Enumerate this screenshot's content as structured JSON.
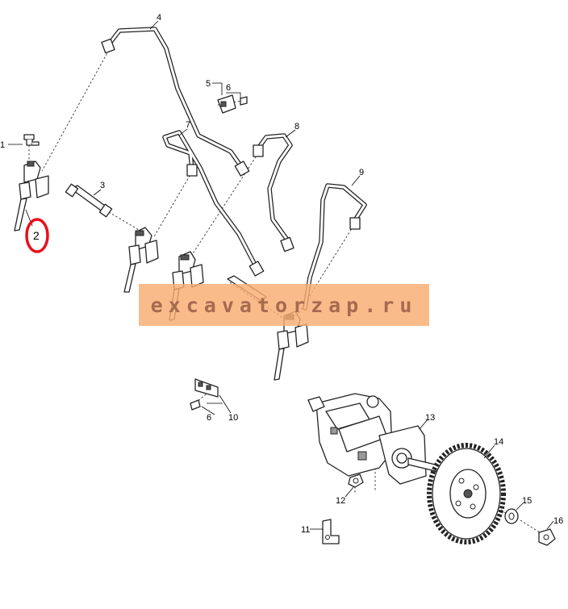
{
  "callouts": {
    "c1": "1",
    "c2": "2",
    "c3": "3",
    "c4": "4",
    "c5": "5",
    "c6a": "6",
    "c7": "7",
    "c8": "8",
    "c9": "9",
    "c6b": "6",
    "c10": "10",
    "c11": "11",
    "c12": "12",
    "c13": "13",
    "c14": "14",
    "c15": "15",
    "c16": "16"
  },
  "highlight": {
    "target": "2",
    "color": "#e8101a"
  },
  "watermark": {
    "text": "excavatorzap.ru",
    "color": "#f8ac70"
  }
}
